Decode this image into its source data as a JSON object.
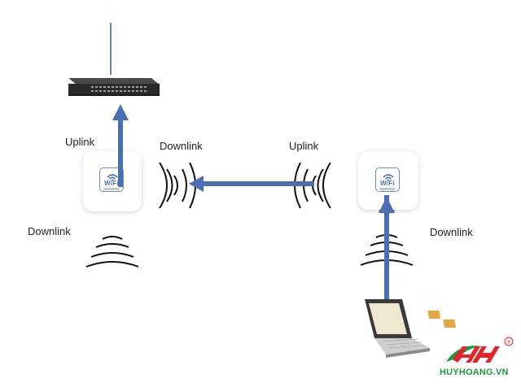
{
  "labels": {
    "uplink_left": "Uplink",
    "downlink_left_top": "Downlink",
    "uplink_right": "Uplink",
    "downlink_left_bottom": "Downlink",
    "downlink_right": "Downlink"
  },
  "access_points": [
    {
      "badge": "WiFi"
    },
    {
      "badge": "WiFi"
    }
  ],
  "watermark": {
    "text": "HUYHOANG.VN",
    "logo_letters": "HH",
    "registered_mark": "®"
  },
  "colors": {
    "arrow": "#4a6fb3",
    "cable": "#2f57a8",
    "waves": "#111111",
    "switch": "#2b2b2b",
    "brand_green": "#1a9a3a",
    "brand_red": "#e0262b"
  },
  "icons": [
    "network-switch-icon",
    "wifi-badge-icon",
    "signal-waves-icon",
    "laptop-icon",
    "huyhoang-logo-icon"
  ]
}
